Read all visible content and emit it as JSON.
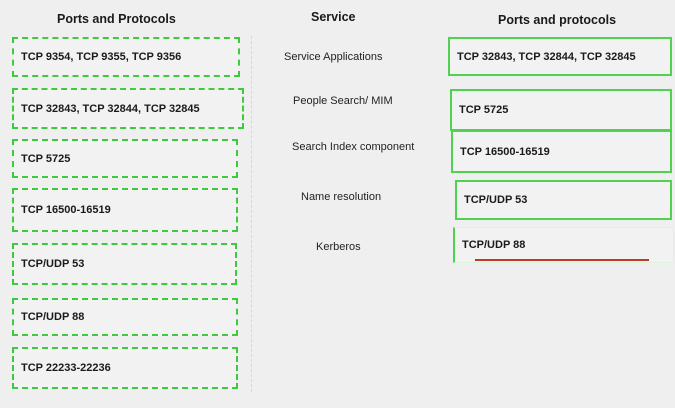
{
  "headings": {
    "left": "Ports and Protocols",
    "middle": "Service",
    "right": "Ports and protocols"
  },
  "source_items": [
    "TCP 9354, TCP 9355, TCP 9356",
    "TCP 32843, TCP 32844, TCP 32845",
    "TCP 5725",
    "TCP 16500-16519",
    "TCP/UDP 53",
    "TCP/UDP 88",
    "TCP 22233-22236"
  ],
  "services": [
    "Service Applications",
    "People Search/ MIM",
    "Search Index component",
    "Name resolution",
    "Kerberos"
  ],
  "answers": [
    "TCP 32843, TCP 32844, TCP 32845",
    "TCP 5725",
    "TCP 16500-16519",
    "TCP/UDP 53",
    "TCP/UDP 88"
  ],
  "colors": {
    "box_border": "#3fc93f",
    "underline": "#c0392b",
    "background": "#efefef"
  }
}
